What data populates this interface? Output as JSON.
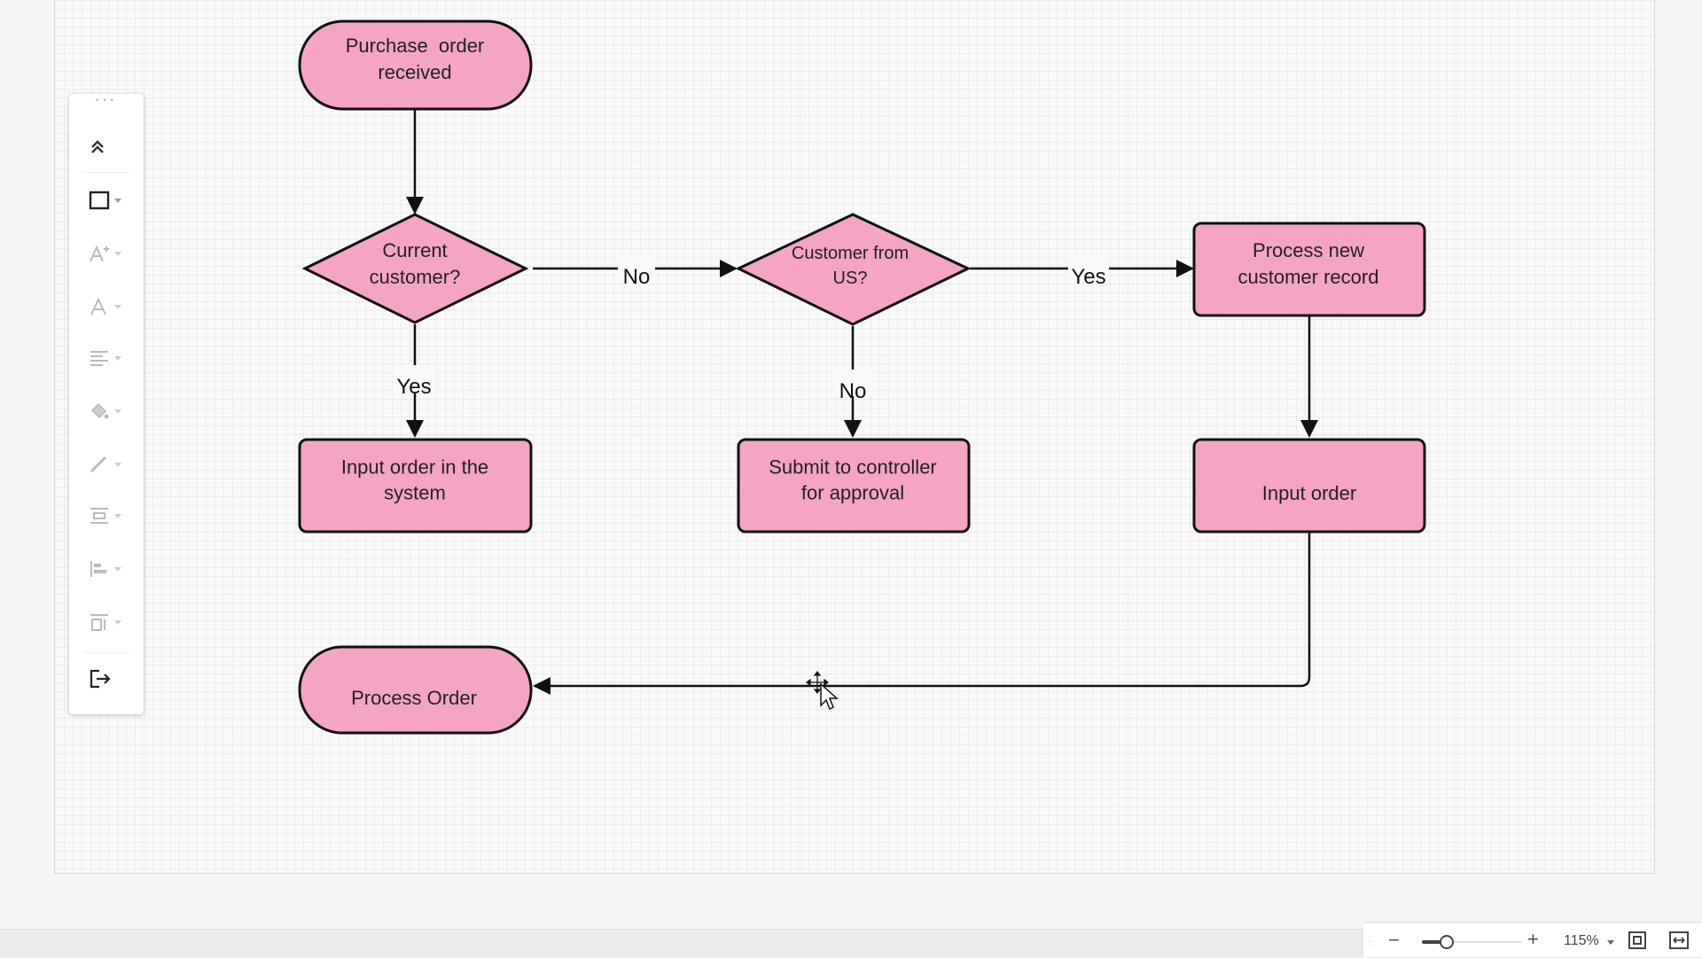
{
  "diagram": {
    "nodes": {
      "start": "Purchase  order\nreceived",
      "decision_current": "Current\ncustomer?",
      "decision_us": "Customer from\nUS?",
      "process_new_record": "Process new\ncustomer record",
      "input_order_system": "Input order in the\nsystem",
      "submit_controller": "Submit to controller\nfor approval",
      "input_order": "Input order",
      "end": "Process Order"
    },
    "edges": {
      "no_1": "No",
      "yes_1": "Yes",
      "yes_2": "Yes",
      "no_2": "No"
    },
    "colors": {
      "node_fill": "#f4a4c4",
      "stroke": "#111111"
    }
  },
  "toolbar": {
    "tools": [
      "collapse-icon",
      "shape-icon",
      "font-size-icon",
      "font-color-icon",
      "align-text-icon",
      "fill-color-icon",
      "line-color-icon",
      "spacing-icon",
      "align-icon",
      "distribute-icon",
      "exit-icon"
    ]
  },
  "zoom": {
    "value_label": "115%",
    "level_fraction": 0.25
  }
}
